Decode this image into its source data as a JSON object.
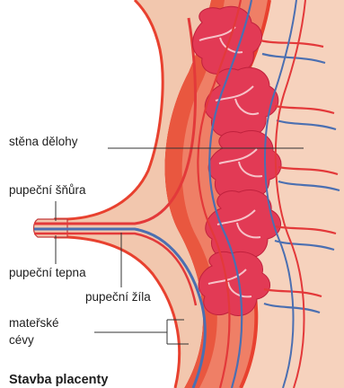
{
  "labels": {
    "uterine_wall": "stěna dělohy",
    "umbilical_cord": "pupeční šňůra",
    "umbilical_artery": "pupeční tepna",
    "umbilical_vein": "pupeční žíla",
    "maternal_vessels_line1": "mateřské",
    "maternal_vessels_line2": "cévy"
  },
  "caption": "Stavba placenty",
  "colors": {
    "tissue": "#f2c7ae",
    "outer_band": "#e9573f",
    "muscle": "#ef7f66",
    "villi": "#e23a55",
    "artery": "#e3393a",
    "vein": "#4b6fb1",
    "leader": "#333333"
  }
}
